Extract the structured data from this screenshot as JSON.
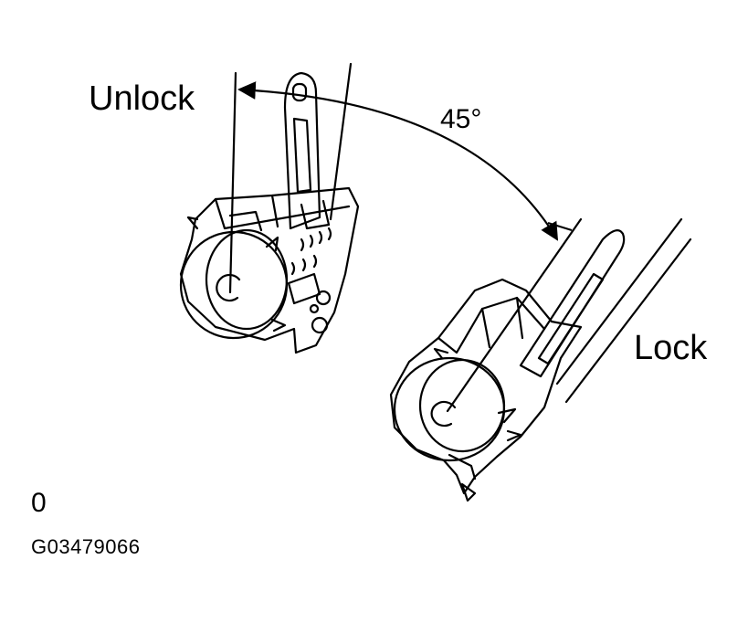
{
  "labels": {
    "unlock": "Unlock",
    "lock": "Lock",
    "angle": "45°",
    "zero": "0",
    "figure_code": "G03479066"
  },
  "colors": {
    "ink": "#000000",
    "background": "#ffffff"
  }
}
